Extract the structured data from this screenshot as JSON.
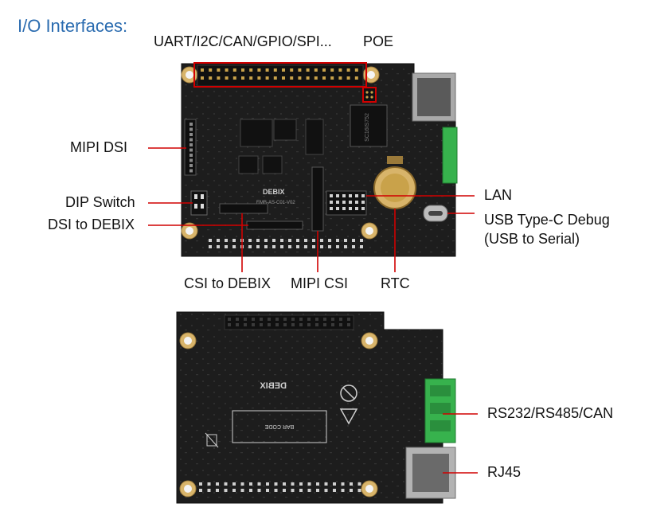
{
  "title": "I/O Interfaces:",
  "colors": {
    "title": "#2b6cb0",
    "board": "#1d1d1d",
    "callout_line": "#d10000",
    "mounting_hole": "#d8b46a",
    "terminal_block": "#37b24d",
    "silver": "#b9b9b9",
    "label_text": "#111111"
  },
  "top_board": {
    "labels": {
      "header": "UART/I2C/CAN/GPIO/SPI...",
      "poe": "POE",
      "mipi_dsi": "MIPI DSI",
      "dip_switch": "DIP Switch",
      "dsi_to_debix": "DSI to DEBIX",
      "lan": "LAN",
      "usb_debug_line1": "USB Type-C Debug",
      "usb_debug_line2": "(USB to Serial)",
      "csi_to_debix": "CSI to DEBIX",
      "mipi_csi": "MIPI CSI",
      "rtc": "RTC"
    },
    "silkscreen": {
      "logo": "DEBIX",
      "board_id": "EMB-AS-C01-V02",
      "chip": "SC16IS752"
    }
  },
  "bottom_board": {
    "labels": {
      "rs232": "RS232/RS485/CAN",
      "rj45": "RJ45"
    },
    "silkscreen": {
      "logo": "DEBIX",
      "barcode": "BAR CODE"
    }
  }
}
